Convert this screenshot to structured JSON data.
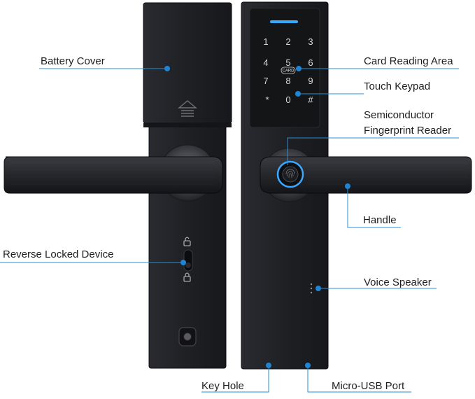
{
  "labels": {
    "battery_cover": "Battery Cover",
    "card_reading_area": "Card Reading Area",
    "touch_keypad": "Touch Keypad",
    "fingerprint_line1": "Semiconductor",
    "fingerprint_line2": "Fingerprint Reader",
    "handle": "Handle",
    "reverse_locked_device": "Reverse Locked Device",
    "voice_speaker": "Voice Speaker",
    "key_hole": "Key Hole",
    "micro_usb_port": "Micro-USB Port"
  },
  "keypad": {
    "keys": [
      "1",
      "2",
      "3",
      "4",
      "5",
      "6",
      "7",
      "8",
      "9",
      "*",
      "0",
      "#"
    ],
    "card_tag": "CARD"
  },
  "colors": {
    "lock_body": "#1c1d21",
    "callout_line": "#2b8fd6",
    "callout_dot": "#1f84d2",
    "indicator_light": "#33aaff",
    "fingerprint_ring": "#3aa9ff"
  }
}
